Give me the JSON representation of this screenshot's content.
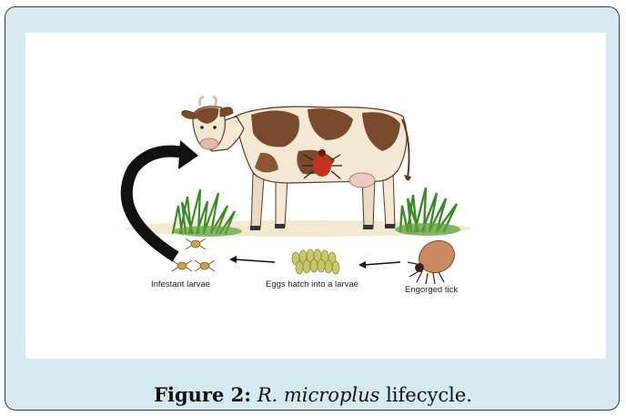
{
  "figure": {
    "caption_label": "Figure 2:",
    "caption_species": "R. microplus",
    "caption_rest": " lifecycle."
  },
  "diagram": {
    "labels": {
      "engorged": "Engorged tick",
      "eggs": "Eggs hatch into a larvae",
      "larvae": "Infestant larvae"
    }
  },
  "colors": {
    "frame_bg": "#d6eaf2",
    "cow_brown": "#7a4a2c",
    "cow_cream": "#f3e8d4",
    "grass": "#3d8a2a",
    "tick_red": "#c7301c",
    "eggs": "#c9c86a",
    "engorged_tick": "#c98a62"
  }
}
